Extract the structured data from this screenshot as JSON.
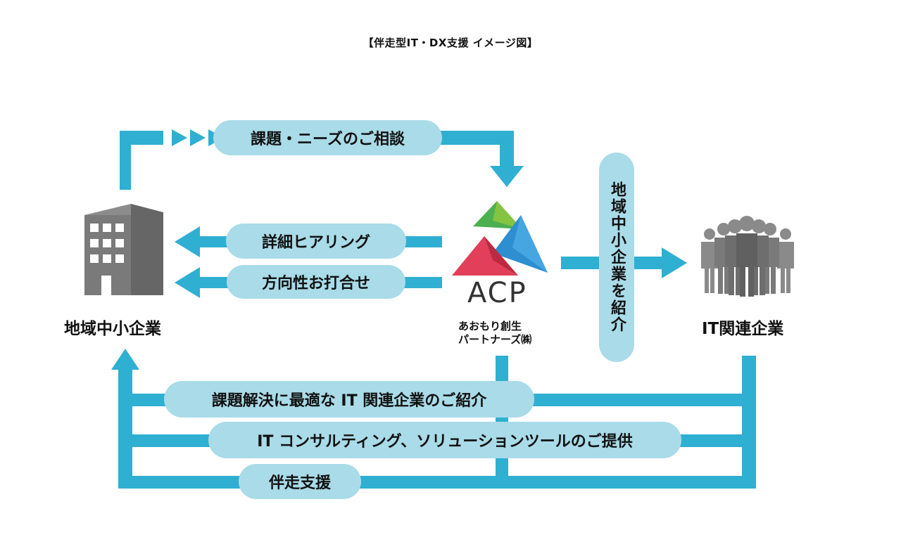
{
  "title": "【伴走型IT・DX支援 イメージ図】",
  "colors": {
    "arrow": "#2fafd2",
    "pill": "#a9dbe8",
    "building": "#7a7a7a",
    "people": "#8a8a8a"
  },
  "nodes": {
    "sme": {
      "label": "地域中小企業",
      "icon": "building-icon"
    },
    "acp": {
      "logo_text": "ACP",
      "company_line1": "あおもり創生",
      "company_line2": "パートナーズ㈱",
      "icon": "acp-logo-icon"
    },
    "it": {
      "label": "IT関連企業",
      "icon": "people-group-icon"
    }
  },
  "flows": {
    "consult": "課題・ニーズのご相談",
    "hearing": "詳細ヒアリング",
    "direction": "方向性お打合せ",
    "introduce_sme": "地域中小企業を紹介",
    "introduce_it": "課題解決に最適な IT 関連企業のご紹介",
    "consulting": "IT コンサルティング、ソリューションツールのご提供",
    "support": "伴走支援"
  }
}
